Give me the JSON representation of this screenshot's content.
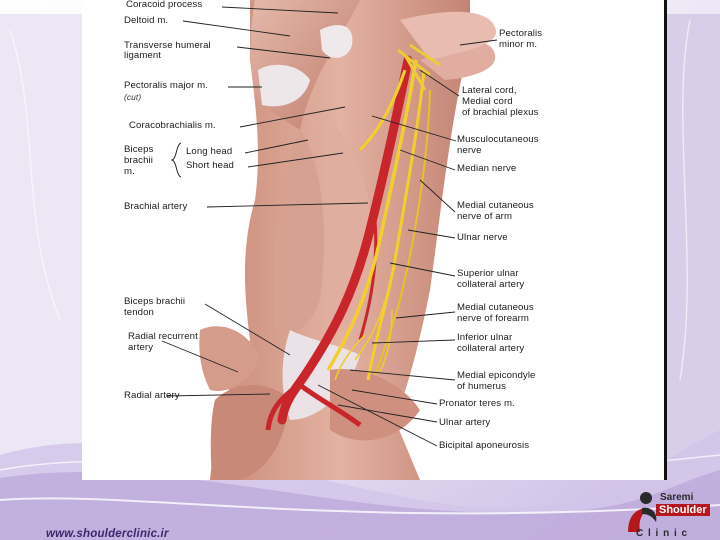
{
  "figure": {
    "labels_left": {
      "coracoid_process": "Coracoid process",
      "deltoid": "Deltoid m.",
      "transverse_humeral_1": "Transverse humeral",
      "transverse_humeral_2": "ligament",
      "pectoralis_major": "Pectoralis major m.",
      "pectoralis_major_cut": "(cut)",
      "coracobrachialis": "Coracobrachialis m.",
      "biceps_1": "Biceps",
      "biceps_2": "brachii",
      "biceps_3": "m.",
      "long_head": "Long head",
      "short_head": "Short head",
      "brachial_artery": "Brachial artery",
      "biceps_tendon_1": "Biceps brachii",
      "biceps_tendon_2": "tendon",
      "radial_recurrent_1": "Radial recurrent",
      "radial_recurrent_2": "artery",
      "radial_artery": "Radial artery"
    },
    "labels_right": {
      "pectoralis_minor_1": "Pectoralis",
      "pectoralis_minor_2": "minor m.",
      "lateral_cord": "Lateral cord,",
      "medial_cord": "Medial cord",
      "brachial_plexus": "of brachial plexus",
      "musculocutaneous_1": "Musculocutaneous",
      "musculocutaneous_2": "nerve",
      "median_nerve": "Median nerve",
      "medial_cut_arm_1": "Medial cutaneous",
      "medial_cut_arm_2": "nerve of arm",
      "ulnar_nerve": "Ulnar nerve",
      "sup_ulnar_1": "Superior ulnar",
      "sup_ulnar_2": "collateral artery",
      "medial_cut_forearm_1": "Medial cutaneous",
      "medial_cut_forearm_2": "nerve of forearm",
      "inf_ulnar_1": "Inferior ulnar",
      "inf_ulnar_2": "collateral artery",
      "medial_epicondyle_1": "Medial epicondyle",
      "medial_epicondyle_2": "of humerus",
      "pronator_teres": "Pronator teres m.",
      "ulnar_artery": "Ulnar artery",
      "bicipital_aponeurosis": "Bicipital aponeurosis"
    }
  },
  "footer": {
    "website": "www.shoulderclinic.ir",
    "logo_line1": "Saremi",
    "logo_line2": "Shoulder",
    "logo_line3": "C l i n i c"
  },
  "colors": {
    "muscle": "#d9a08e",
    "muscle_dark": "#b9786a",
    "tendon": "#ece6e8",
    "artery": "#c8262a",
    "nerve": "#f2cf2a",
    "bg_purple": "#b7a3d6",
    "brand_red": "#b5171d",
    "brand_dark": "#2a2a2a"
  }
}
